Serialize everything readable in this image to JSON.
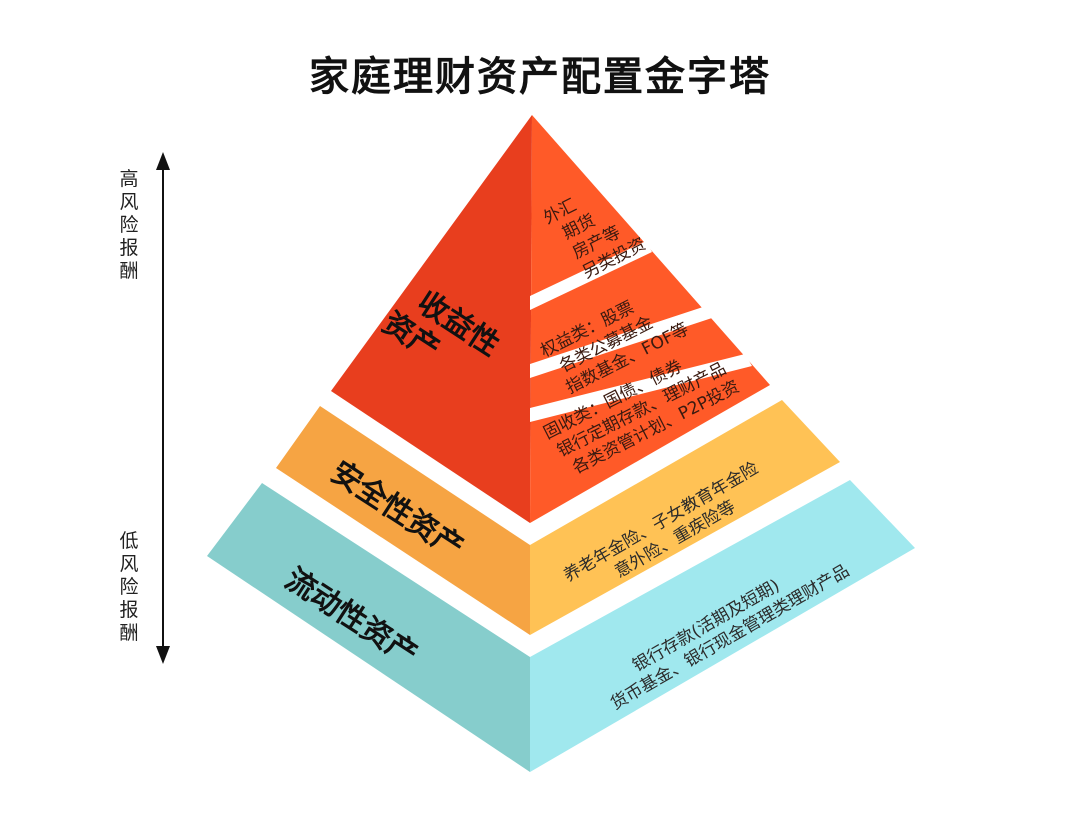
{
  "title": "家庭理财资产配置金字塔",
  "axis": {
    "top_label": "高风险报酬",
    "bottom_label": "低风险报酬",
    "arrow": "double-headed-vertical-arrow"
  },
  "colors": {
    "red_left": "#E83E1E",
    "red_right": "#FF5A28",
    "orange_left": "#F6A443",
    "orange_right": "#FFC255",
    "teal_left": "#86CDCC",
    "teal_right": "#A0E8EE",
    "separator": "#FFFFFF"
  },
  "tiers": [
    {
      "name": "收益性资产",
      "label_lines": [
        "收益性",
        "资产"
      ],
      "sub_bands": [
        {
          "lines": [
            "外汇",
            "期货",
            "房产等",
            "另类投资"
          ]
        },
        {
          "lines": [
            "权益类：股票",
            "各类公募基金",
            "指数基金、FOF等"
          ]
        },
        {
          "lines": [
            "固收类：国债、债券",
            "银行定期存款、理财产品",
            "各类资管计划、P2P投资"
          ]
        }
      ]
    },
    {
      "name": "安全性资产",
      "label_lines": [
        "安全性资产"
      ],
      "description_lines": [
        "养老年金险、子女教育年金险",
        "意外险、重疾险等"
      ]
    },
    {
      "name": "流动性资产",
      "label_lines": [
        "流动性资产"
      ],
      "description_lines": [
        "银行存款(活期及短期)",
        "货币基金、银行现金管理类理财产品"
      ]
    }
  ]
}
